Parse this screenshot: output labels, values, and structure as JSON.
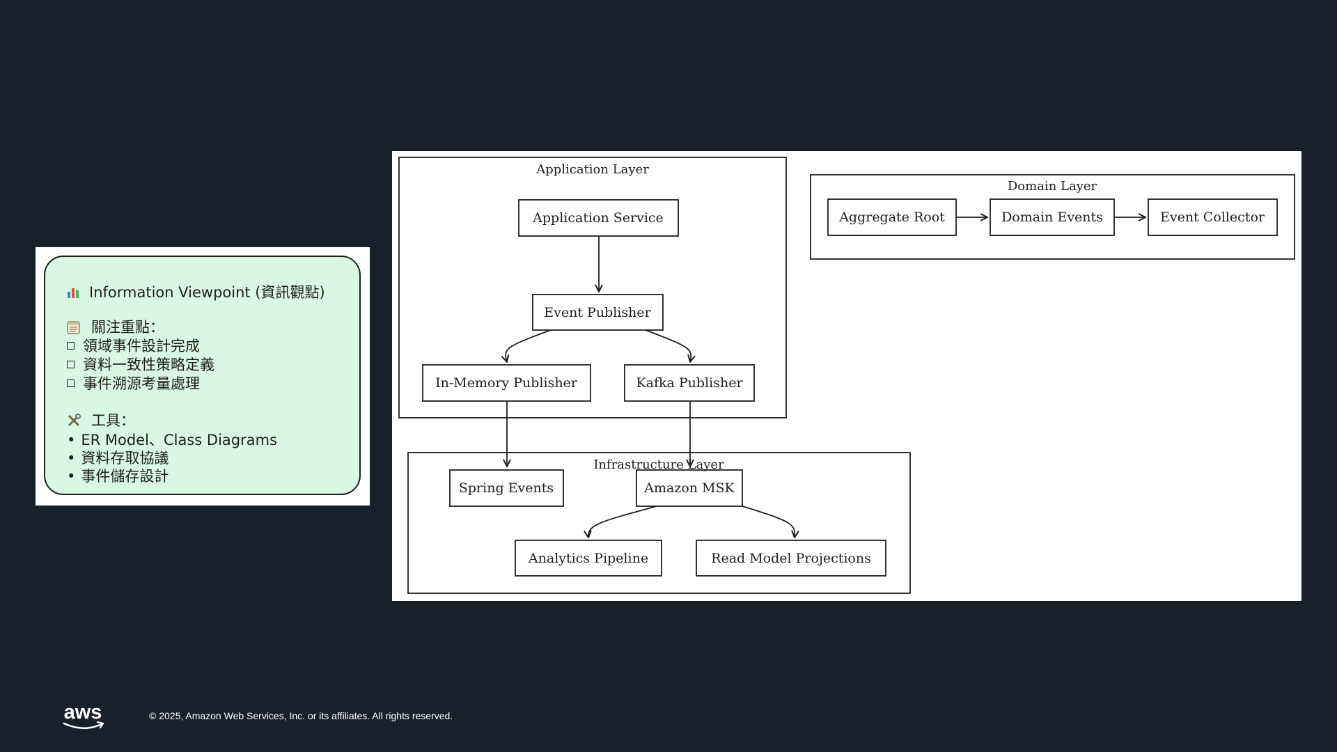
{
  "info_card": {
    "title": "Information Viewpoint (資訊觀點)",
    "title_icon": "bar-chart-icon",
    "focus_heading": "關注重點：",
    "focus_icon": "memo-icon",
    "focus_items": [
      "領域事件設計完成",
      "資料一致性策略定義",
      "事件溯源考量處理"
    ],
    "tools_heading": "工具：",
    "tools_icon": "tools-icon",
    "tools_items": [
      "ER Model、Class Diagrams",
      "資料存取協議",
      "事件儲存設計"
    ],
    "background_color": "#d9f8e3"
  },
  "diagram": {
    "layers": {
      "application": "Application Layer",
      "domain": "Domain Layer",
      "infrastructure": "Infrastructure Layer"
    },
    "nodes": {
      "application_service": "Application Service",
      "event_publisher": "Event Publisher",
      "in_memory_publisher": "In-Memory Publisher",
      "kafka_publisher": "Kafka Publisher",
      "aggregate_root": "Aggregate Root",
      "domain_events": "Domain Events",
      "event_collector": "Event Collector",
      "spring_events": "Spring Events",
      "amazon_msk": "Amazon MSK",
      "analytics_pipeline": "Analytics Pipeline",
      "read_model_projections": "Read Model Projections"
    }
  },
  "footer": {
    "logo_text": "aws",
    "copyright": "© 2025, Amazon Web Services, Inc. or its affiliates. All rights reserved."
  }
}
